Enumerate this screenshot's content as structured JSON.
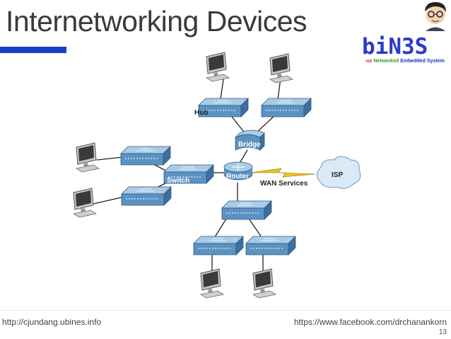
{
  "slide": {
    "title": "Internetworking Devices",
    "footer_left": "http://cjundang.ubines.info",
    "footer_right": "https://www.facebook.com/drchanankorn",
    "page_number": "13",
    "accent_color": "#1a3fcf"
  },
  "logo": {
    "main": "biN3S",
    "tag_part1": "-us ",
    "tag_part2": "Networked ",
    "tag_part3": "Embedded System"
  },
  "diagram": {
    "labels": {
      "hub": "Hub",
      "bridge": "Bridge",
      "switch": "Switch",
      "router": "Router",
      "wan": "WAN Services",
      "isp": "ISP"
    },
    "colors": {
      "device_top": "#9fc3e0",
      "device_front": "#5b8fbd",
      "device_side": "#3f6f9c",
      "cable": "#222222",
      "wan_bolt": "#f0c419",
      "cloud": "#dbe9f6"
    }
  }
}
